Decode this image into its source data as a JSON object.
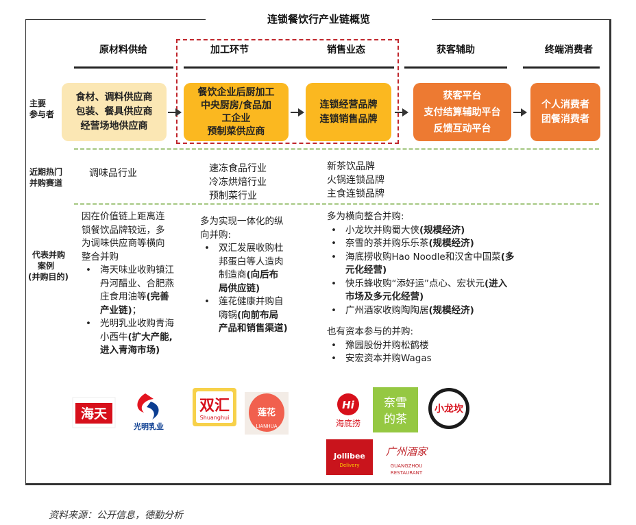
{
  "title": "连锁餐饮行产业链概览",
  "stages": [
    "原材料供给",
    "加工环节",
    "销售业态",
    "获客辅助",
    "终端消费者"
  ],
  "row_labels": {
    "participants": [
      "主要",
      "参与者"
    ],
    "hot_sectors": [
      "近期热门",
      "并购赛道"
    ],
    "cases": [
      "代表并购",
      "案例",
      "(并购目的)"
    ]
  },
  "participants": [
    {
      "lines": [
        "食材、调料供应商",
        "包装、餐具供应商",
        "经营场地供应商"
      ]
    },
    {
      "lines": [
        "餐饮企业后厨加工",
        "中央厨房/食品加",
        "工企业",
        "预制菜供应商"
      ]
    },
    {
      "lines": [
        "连锁经营品牌",
        "连锁销售品牌"
      ]
    },
    {
      "lines": [
        "获客平台",
        "支付结算辅助平台",
        "反馈互动平台"
      ]
    },
    {
      "lines": [
        "个人消费者",
        "团餐消费者"
      ]
    }
  ],
  "hot_sectors": {
    "col1": [
      "调味品行业"
    ],
    "col2": [
      "速冻食品行业",
      "冷冻烘焙行业",
      "预制菜行业"
    ],
    "col3": [
      "新茶饮品牌",
      "火锅连锁品牌",
      "主食连锁品牌"
    ]
  },
  "cases": {
    "col1": {
      "intro": [
        "因在价值链上距离连",
        "锁餐饮品牌较远，多",
        "为调味供应商等横向",
        "整合并购"
      ],
      "items": [
        {
          "lines": [
            "海天味业收购镇江",
            "丹河醋业、合肥燕",
            "庄食用油等"
          ],
          "purpose_lines": [
            "(完善",
            "产业链)"
          ],
          "tail": "；"
        },
        {
          "lines": [
            "光明乳业收购青海",
            "小西牛"
          ],
          "purpose_lines": [
            "(扩大产能,",
            "进入青海市场)"
          ],
          "tail": ""
        }
      ]
    },
    "col2": {
      "intro": [
        "多为实现一体化的纵",
        "向并购:"
      ],
      "items": [
        {
          "lines": [
            "双汇发展收购杜",
            "邦蛋白等人造肉",
            "制造商"
          ],
          "purpose_lines": [
            "(向后布",
            "局供应链)"
          ]
        },
        {
          "lines": [
            "莲花健康并购自",
            "嗨锅"
          ],
          "purpose_lines": [
            "(向前布局",
            "产品和销售渠道)"
          ]
        }
      ]
    },
    "col3": {
      "intro": "多为横向整合并购:",
      "items": [
        {
          "text": "小龙坎并购蜀大侠",
          "purpose": "(规模经济)"
        },
        {
          "text": "奈雪的茶并购乐乐茶",
          "purpose": "(规模经济)"
        },
        {
          "text": "海底捞收购Hao Noodle和汉舍中国菜",
          "purpose": "(多",
          "purpose_cont": "元化经营)"
        },
        {
          "text": "快乐蜂收购“添好运”点心、宏状元",
          "purpose": "(进入",
          "purpose_cont": "市场及多元化经营)"
        },
        {
          "text": "广州酒家收购陶陶居",
          "purpose": "(规模经济)"
        }
      ],
      "capital_intro": "也有资本参与的并购:",
      "capital_items": [
        "豫园股份并购松鹤楼",
        "安宏资本并购Wagas"
      ]
    }
  },
  "logos": {
    "haitian": "海天",
    "bright": "光明乳业",
    "shuanghui": "双汇",
    "shuanghui_en": "Shuanghui",
    "lotus": "莲花",
    "lotus_en": "LIANHUA",
    "haidilao": "海底捞",
    "haidilao_mark": "Hi",
    "naixue": [
      "奈雪",
      "的茶"
    ],
    "xiaolongkan": "小龙坎",
    "jollibee": "Jollibee",
    "jollibee_tag": "Delivery",
    "guangzhou": "广州酒家",
    "guangzhou_en": [
      "GUANGZHOU",
      "RESTAURANT"
    ]
  },
  "colors": {
    "light_yellow": "#fbe7b4",
    "yellow": "#fbb820",
    "orange": "#ed7a32",
    "dash_red": "#c0262c",
    "divider_green": "#b9d49e"
  },
  "source": "资料来源：公开信息，德勤分析"
}
